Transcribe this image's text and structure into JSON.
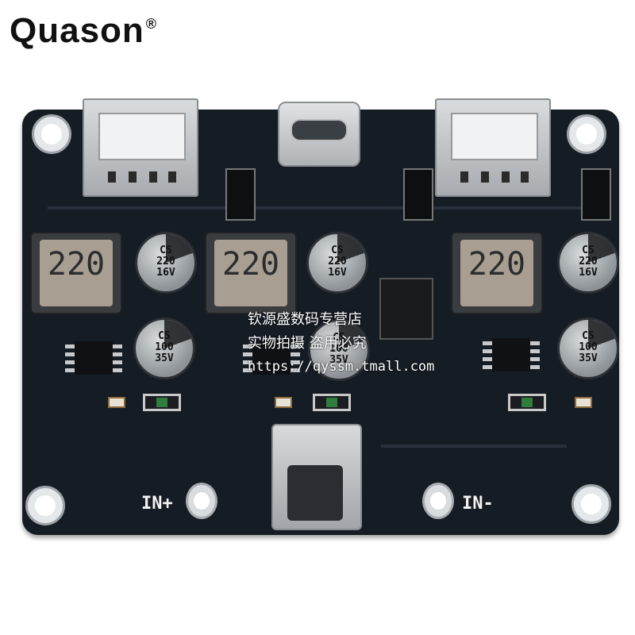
{
  "brand": {
    "name": "Quason",
    "reg_mark": "®"
  },
  "pcb": {
    "inductor_label": "220",
    "cap_16v": [
      "CS",
      "220",
      "16V"
    ],
    "cap_35v": [
      "CS",
      "100",
      "35V"
    ],
    "silkscreen": {
      "in_plus": "IN+",
      "in_minus": "IN-"
    }
  },
  "watermark": {
    "line1": "钦源盛数码专营店",
    "line2": "实物拍摄 盗用必究",
    "url": "https://qyssm.tmall.com"
  },
  "colors": {
    "pcb": "#161c24",
    "metal": "#c6c9cc",
    "inductor_core": "#a89e92"
  },
  "icons": [
    "usb-a-port",
    "usb-c-port",
    "mounting-hole"
  ]
}
